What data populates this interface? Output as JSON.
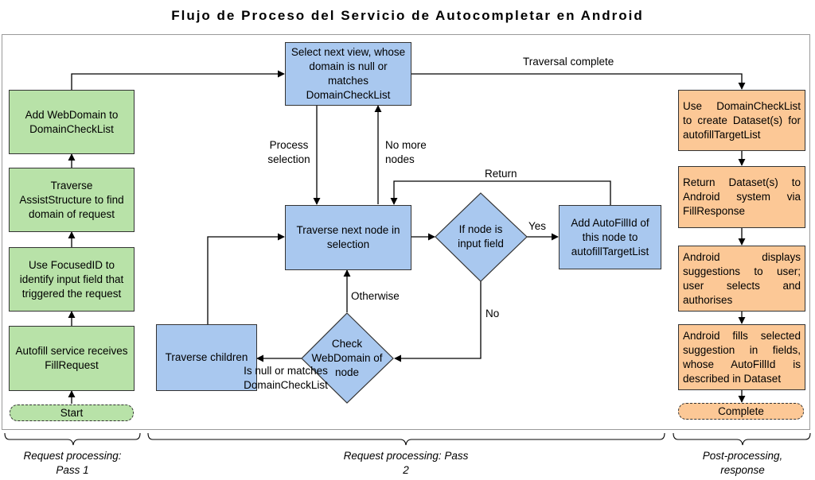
{
  "title": "Flujo de Proceso del Servicio de Autocompletar en Android",
  "nodes": {
    "start": "Start",
    "receive": "Autofill service receives FillRequest",
    "focused": "Use FocusedID to identify input field that triggered the request",
    "traverse_assist": "Traverse AssistStructure to find domain of request",
    "add_webdomain": "Add WebDomain to DomainCheckList",
    "select_view": "Select next view, whose domain is null or matches DomainCheckList",
    "traverse_node": "Traverse next node in selection",
    "if_input": "If node is input field",
    "add_autofillid": "Add AutoFillId of this node to autofillTargetList",
    "check_webdomain": "Check WebDomain of node",
    "traverse_children": "Traverse children",
    "use_domaincheck": "Use DomainCheckList to create Dataset(s) for autofillTargetList",
    "return_dataset": "Return Dataset(s) to Android system via FillResponse",
    "android_displays": "Android displays suggestions to user; user selects and authorises",
    "android_fills": "Android fills selected suggestion in fields, whose AutoFillId is described in Dataset",
    "complete": "Complete"
  },
  "edge_labels": {
    "traversal_complete": "Traversal complete",
    "process_selection": "Process selection",
    "no_more_nodes": "No more nodes",
    "return": "Return",
    "yes": "Yes",
    "no": "No",
    "otherwise": "Otherwise",
    "is_null": "Is null or matches DomainCheckList"
  },
  "brackets": {
    "pass1": "Request processing: Pass 1",
    "pass2": "Request processing: Pass 2",
    "post": "Post-processing, response"
  },
  "colors": {
    "green": "#b8e2a8",
    "blue": "#a9c8ef",
    "orange": "#fcc896"
  }
}
